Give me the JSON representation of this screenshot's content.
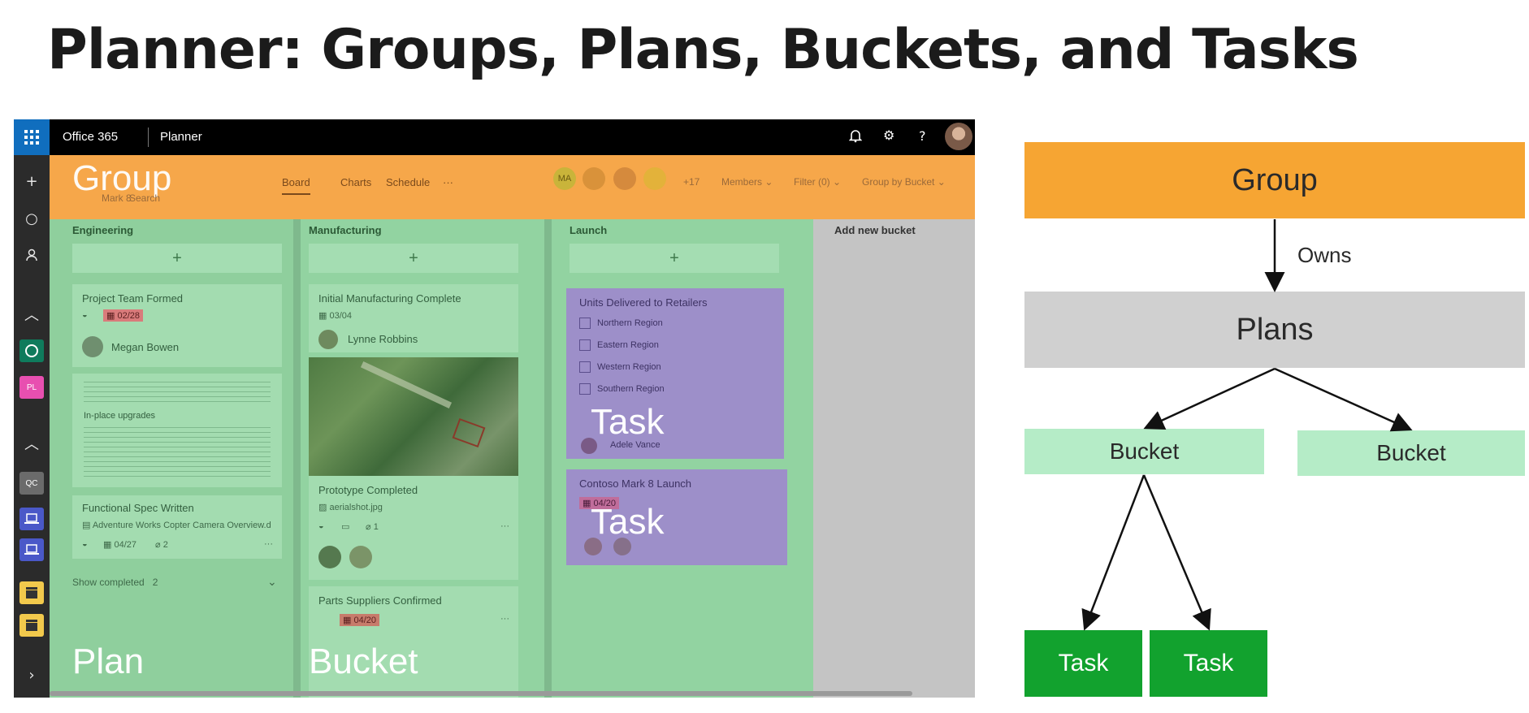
{
  "slide": {
    "title": "Planner: Groups, Plans, Buckets, and Tasks"
  },
  "screenshot": {
    "topbar": {
      "app_suite": "Office 365",
      "app_name": "Planner",
      "icons": [
        "bell-icon",
        "gear-icon",
        "help-icon",
        "avatar"
      ]
    },
    "rail": {
      "icons": [
        "waffle-icon",
        "plus-icon",
        "circle-icon",
        "person-icon",
        "chevron-up-icon",
        "chevron-up-icon",
        "chevron-right-icon"
      ],
      "tiles": [
        "PL",
        "QC"
      ]
    },
    "group_header": {
      "overlay_label": "Group",
      "plan_name": "Mark 8",
      "search_label": "Search",
      "tabs": [
        "Board",
        "Charts",
        "Schedule",
        "···"
      ],
      "member_initials": "MA",
      "member_overflow": "+17",
      "members_label": "Members",
      "filter_label": "Filter (0)",
      "group_by_label": "Group by Bucket"
    },
    "buckets": [
      {
        "name": "Engineering",
        "add_symbol": "+",
        "cards": [
          {
            "title": "Project Team Formed",
            "date": "02/28",
            "assignee": "Megan Bowen"
          },
          {
            "title": "In-place upgrades"
          },
          {
            "title": "Functional Spec Written",
            "attachment": "Adventure Works Copter Camera Overview.d",
            "date": "04/27",
            "count": "2"
          }
        ],
        "show_completed": "Show completed",
        "completed_count": "2"
      },
      {
        "name": "Manufacturing",
        "add_symbol": "+",
        "cards": [
          {
            "title": "Initial Manufacturing Complete",
            "date": "03/04",
            "assignee": "Lynne Robbins"
          },
          {
            "title": "Prototype Completed",
            "attachment": "aerialshot.jpg",
            "count": "1"
          },
          {
            "title": "Parts Suppliers Confirmed",
            "date": "04/20"
          }
        ]
      },
      {
        "name": "Launch",
        "add_symbol": "+",
        "cards": [
          {
            "title": "Units Delivered to Retailers",
            "checklist": [
              "Northern Region",
              "Eastern Region",
              "Western Region",
              "Southern Region"
            ],
            "assignee": "Adele Vance"
          },
          {
            "title": "Contoso Mark 8 Launch",
            "date": "04/20"
          }
        ]
      }
    ],
    "add_new_bucket": "Add new bucket",
    "overlays": {
      "plan": "Plan",
      "bucket": "Bucket",
      "task1": "Task",
      "task2": "Task"
    }
  },
  "diagram": {
    "group": "Group",
    "owns": "Owns",
    "plans": "Plans",
    "bucket_left": "Bucket",
    "bucket_right": "Bucket",
    "task_left": "Task",
    "task_right": "Task"
  },
  "colors": {
    "group_orange": "#f6a533",
    "plans_gray": "#d0d0d0",
    "bucket_green": "#b5ecc7",
    "task_green": "#12a22e",
    "plan_overlay": "#8fcf9d",
    "task_overlay": "#9d8fc9"
  }
}
